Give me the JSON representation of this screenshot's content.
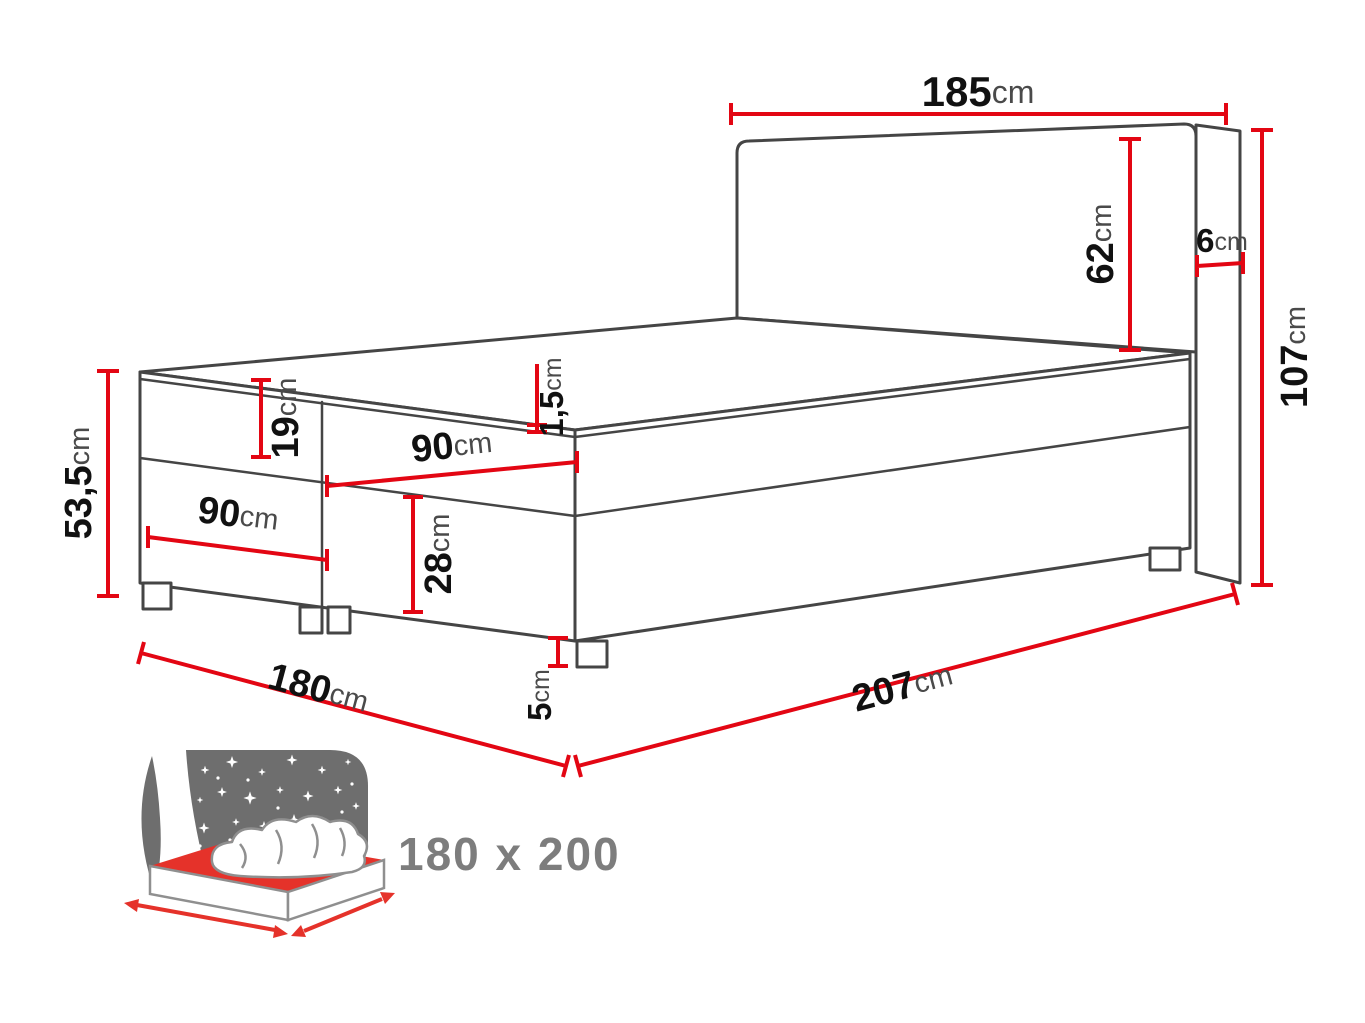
{
  "diagram": {
    "dimensions": {
      "headboard_width": {
        "value": "185",
        "unit": "cm"
      },
      "headboard_height": {
        "value": "62",
        "unit": "cm"
      },
      "headboard_thickness": {
        "value": "6",
        "unit": "cm"
      },
      "total_height": {
        "value": "107",
        "unit": "cm"
      },
      "topper_thickness": {
        "value": "1,5",
        "unit": "cm"
      },
      "mattress_thickness": {
        "value": "19",
        "unit": "cm"
      },
      "mattress_half_width": {
        "value": "90",
        "unit": "cm"
      },
      "base_half_width": {
        "value": "90",
        "unit": "cm"
      },
      "side_height": {
        "value": "53,5",
        "unit": "cm"
      },
      "base_height": {
        "value": "28",
        "unit": "cm"
      },
      "leg_height": {
        "value": "5",
        "unit": "cm"
      },
      "bed_width": {
        "value": "180",
        "unit": "cm"
      },
      "bed_length": {
        "value": "207",
        "unit": "cm"
      }
    },
    "size_label": "180 x 200",
    "colors": {
      "dimension_red": "#e30613",
      "outline": "#454545",
      "number_text": "#111111",
      "unit_text": "#4a4a4a",
      "size_text": "#7d7d7d",
      "sky_gray": "#6e6e6e",
      "mattress_red": "#e5322a"
    }
  }
}
